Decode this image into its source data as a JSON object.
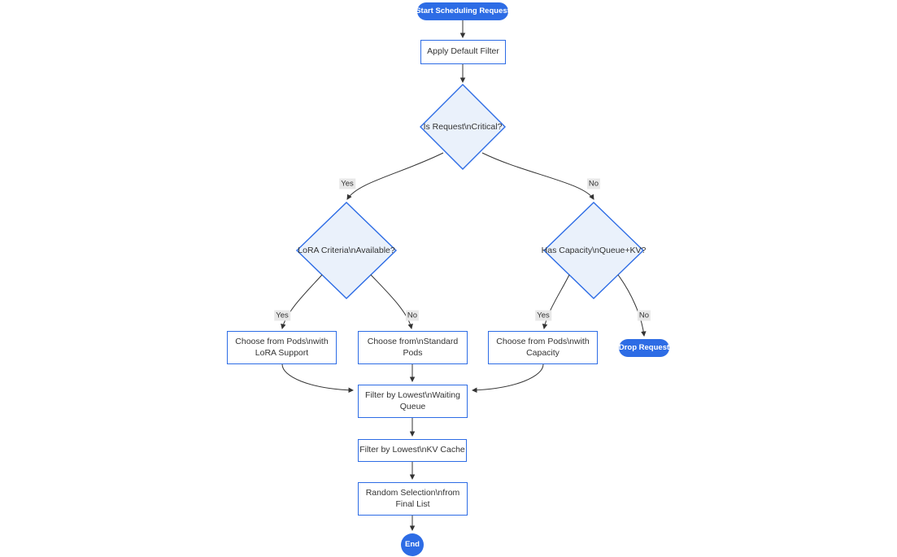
{
  "colors": {
    "accent": "#2d6ce5",
    "node_fill": "#ffffff",
    "decision_fill": "#eaf1fb",
    "edge": "#333333",
    "label_bg": "#e8e8e8",
    "text": "#333333"
  },
  "flowchart": {
    "nodes": {
      "start": {
        "type": "stadium",
        "lines": [
          "Start Scheduling Request"
        ]
      },
      "apply_default_filter": {
        "type": "rect",
        "lines": [
          "Apply Default Filter"
        ]
      },
      "is_request_critical": {
        "type": "decision",
        "lines": [
          "Is Request\\nCritical?"
        ]
      },
      "lora_criteria_available": {
        "type": "decision",
        "lines": [
          "LoRA Criteria\\nAvailable?"
        ]
      },
      "has_capacity_queue_kv": {
        "type": "decision",
        "lines": [
          "Has Capacity\\nQueue+KV?"
        ]
      },
      "choose_pods_lora": {
        "type": "rect",
        "lines": [
          "Choose from Pods\\nwith",
          "LoRA Support"
        ]
      },
      "choose_standard_pods": {
        "type": "rect",
        "lines": [
          "Choose from\\nStandard",
          "Pods"
        ]
      },
      "choose_pods_capacity": {
        "type": "rect",
        "lines": [
          "Choose from Pods\\nwith",
          "Capacity"
        ]
      },
      "drop_request": {
        "type": "stadium",
        "lines": [
          "Drop Request"
        ]
      },
      "filter_lowest_waiting_queue": {
        "type": "rect",
        "lines": [
          "Filter by Lowest\\nWaiting",
          "Queue"
        ]
      },
      "filter_lowest_kv_cache": {
        "type": "rect",
        "lines": [
          "Filter by Lowest\\nKV Cache"
        ]
      },
      "random_selection_final_list": {
        "type": "rect",
        "lines": [
          "Random Selection\\nfrom",
          "Final List"
        ]
      },
      "end": {
        "type": "circle",
        "lines": [
          "End"
        ]
      }
    },
    "edge_labels": {
      "critical_yes": "Yes",
      "critical_no": "No",
      "lora_yes": "Yes",
      "lora_no": "No",
      "capacity_yes": "Yes",
      "capacity_no": "No"
    }
  }
}
